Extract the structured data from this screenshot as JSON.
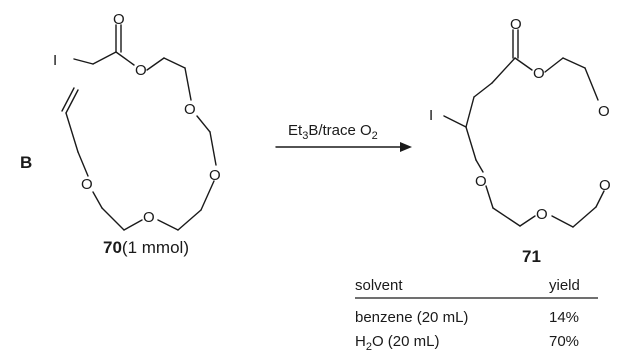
{
  "panel_label": "B",
  "reactant": {
    "id": "70",
    "amount": "(1 mmol)",
    "atoms": {
      "iodine": "I",
      "oxygen": "O"
    }
  },
  "conditions": {
    "reagent_prefix": "Et",
    "reagent_prefix_sub": "3",
    "reagent_mid": "B/trace O",
    "reagent_suffix_sub": "2"
  },
  "product": {
    "id": "71",
    "atoms": {
      "iodine": "I",
      "oxygen": "O"
    }
  },
  "table": {
    "headers": [
      "solvent",
      "yield"
    ],
    "rows": [
      {
        "solvent": "benzene (20 mL)",
        "yield": "14%"
      },
      {
        "solvent_prefix": "H",
        "solvent_sub": "2",
        "solvent_rest": "O (20 mL)",
        "yield": "70%"
      }
    ]
  }
}
